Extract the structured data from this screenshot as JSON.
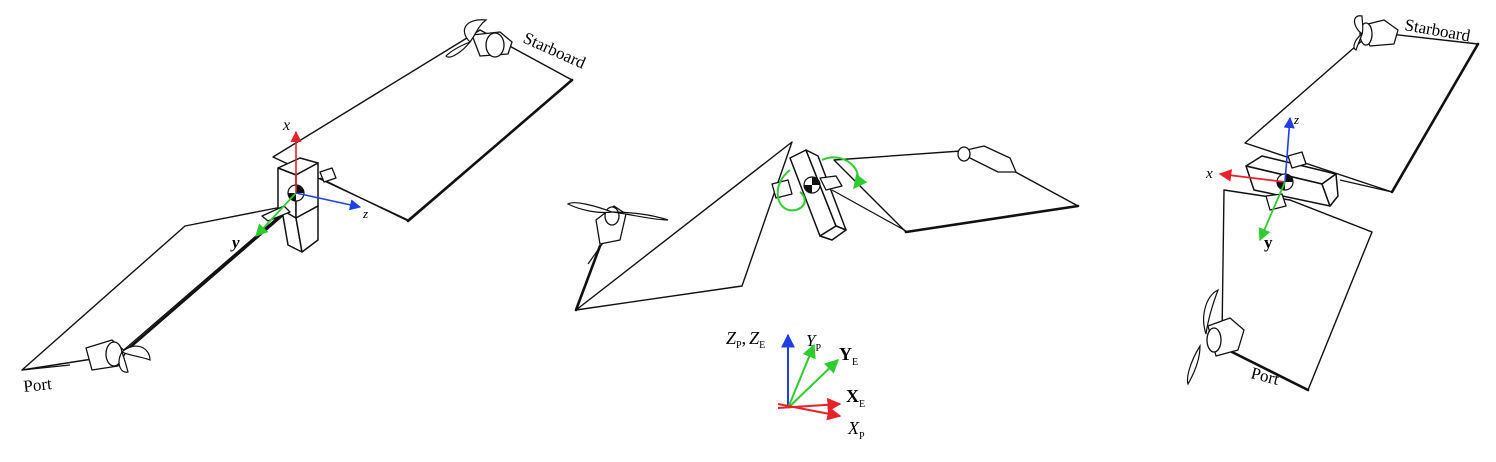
{
  "colors": {
    "x_axis": "#e8222a",
    "y_axis": "#2ecc2e",
    "z_axis": "#1f3fe0",
    "outline": "#111111",
    "background": "#ffffff"
  },
  "views": [
    {
      "labels": {
        "starboard": "Starboard",
        "port": "Port"
      },
      "axes": {
        "x": "x",
        "y": "y",
        "z": "z"
      }
    },
    {
      "frame": {
        "z_label": "Z",
        "z_sub_p": "P",
        "z_sep": ",",
        "z_label_e": "Z",
        "z_sub_e": "E",
        "yp_label": "Y",
        "yp_sub": "P",
        "ye_label": "Y",
        "ye_sub": "E",
        "xe_label": "X",
        "xe_sub": "E",
        "xp_label": "X",
        "xp_sub": "P"
      }
    },
    {
      "labels": {
        "starboard": "Starboard",
        "port": "Port"
      },
      "axes": {
        "x": "x",
        "y": "y",
        "z": "z"
      }
    }
  ]
}
